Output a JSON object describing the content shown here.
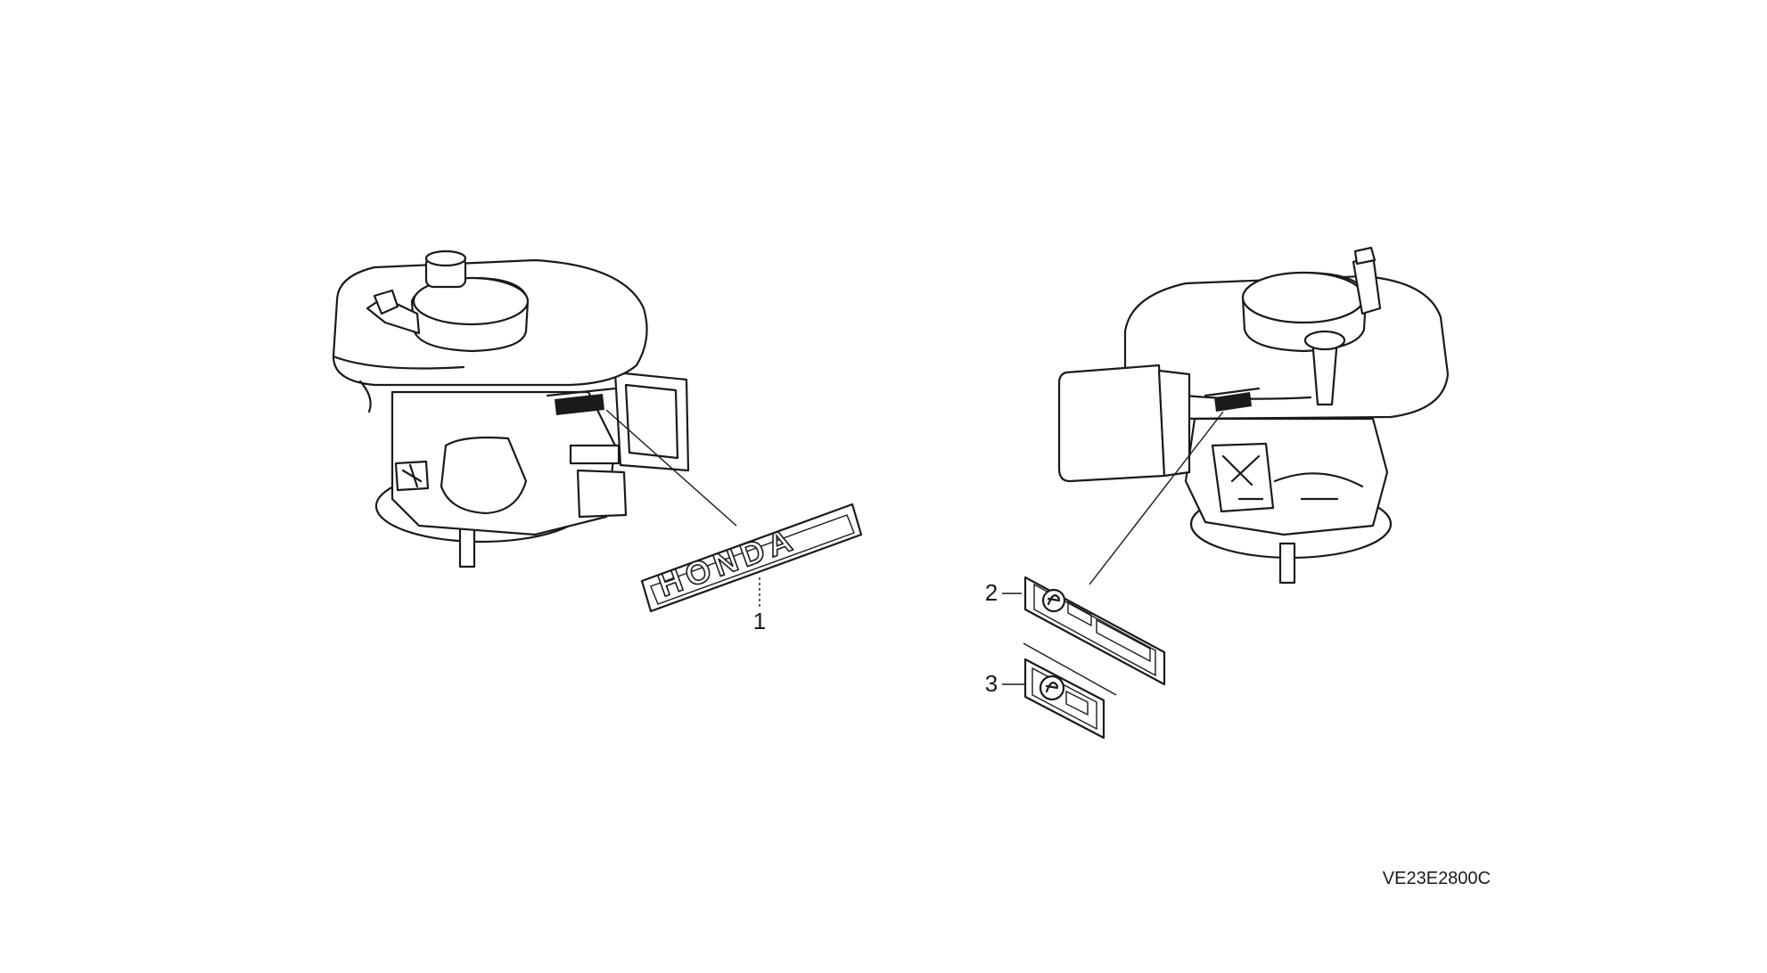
{
  "figure_code": "VE23E2800C",
  "callouts": [
    {
      "number": "1",
      "part": "honda-emblem"
    },
    {
      "number": "2",
      "part": "label-large"
    },
    {
      "number": "3",
      "part": "label-small"
    }
  ],
  "emblem_text": "HONDA",
  "colors": {
    "line": "#1a1a1a",
    "background": "#ffffff"
  }
}
